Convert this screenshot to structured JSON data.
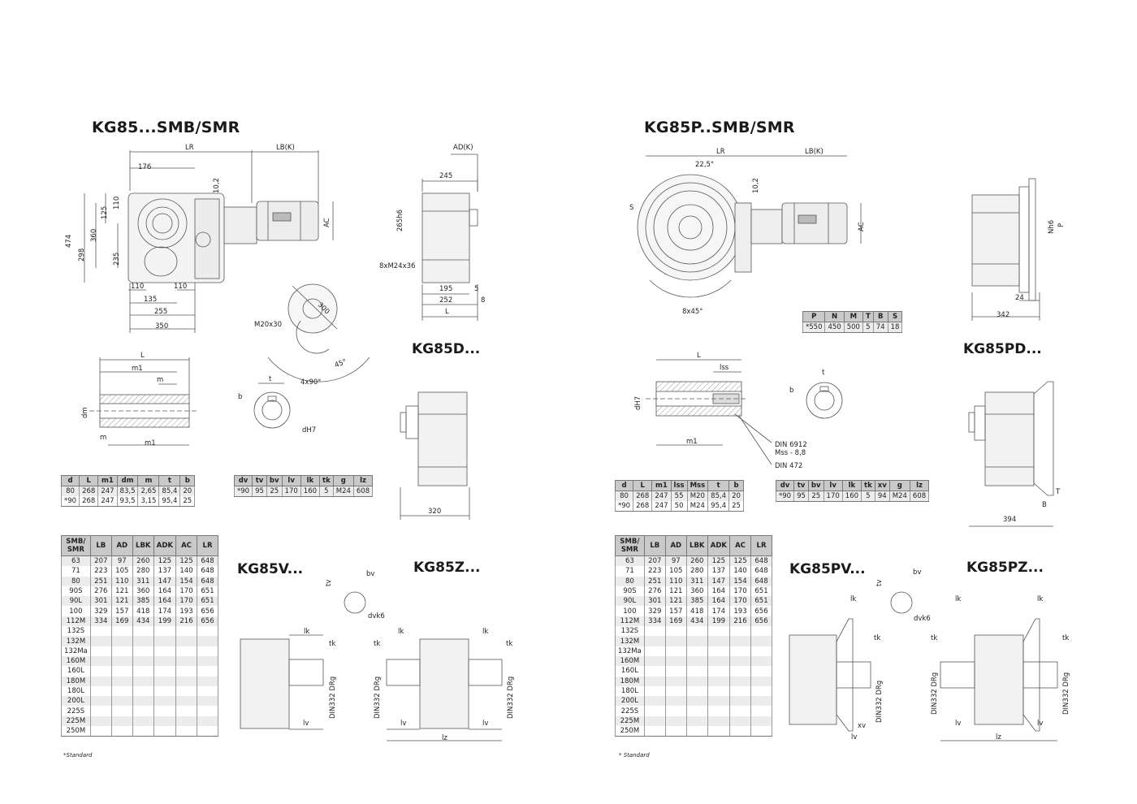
{
  "titles": {
    "kg85_smb": "KG85...SMB/SMR",
    "kg85p_smb": "KG85P..SMB/SMR",
    "kg85d": "KG85D...",
    "kg85pd": "KG85PD...",
    "kg85v": "KG85V...",
    "kg85z": "KG85Z...",
    "kg85pv": "KG85PV...",
    "kg85pz": "KG85PZ..."
  },
  "dims": {
    "lr": "LR",
    "lbk": "LB(K)",
    "adk": "AD(K)",
    "ac": "AC",
    "d176": "176",
    "d10_2": "10,2",
    "d245": "245",
    "d474": "474",
    "d360": "360",
    "d298": "298",
    "d125": "125",
    "d110": "110",
    "d235": "235",
    "d135": "135",
    "d255": "255",
    "d350": "350",
    "d265h6": "265h6",
    "d8xm24": "8xM24x36",
    "d195": "195",
    "d5": "5",
    "d252": "252",
    "d8": "8",
    "l": "L",
    "d300": "300",
    "m20x30": "M20x30",
    "d45": "45°",
    "d4x90": "4x90°",
    "m1": "m1",
    "m": "m",
    "dm": "dm",
    "t": "t",
    "b": "b",
    "dh7": "dH7",
    "d320": "320",
    "d22_5": "22,5°",
    "s": "S",
    "d8x45": "8x45°",
    "nh6": "Nh6",
    "p": "P",
    "d24": "24",
    "d342": "342",
    "lss": "lss",
    "din6912": "DIN 6912",
    "mss": "Mss - 8,8",
    "din472": "DIN 472",
    "d394": "394",
    "bb": "B",
    "tt": "T",
    "tv": "tv",
    "bv": "bv",
    "dvk6": "dvk6",
    "lk": "lk",
    "tk": "tk",
    "lv": "lv",
    "lz": "lz",
    "xv": "xv",
    "din332": "DIN332 DRg"
  },
  "tables": {
    "shaft_left": {
      "headers": [
        "d",
        "L",
        "m1",
        "dm",
        "m",
        "t",
        "b"
      ],
      "rows": [
        [
          "80",
          "268",
          "247",
          "83,5",
          "2,65",
          "85,4",
          "20"
        ],
        [
          "*90",
          "268",
          "247",
          "93,5",
          "3,15",
          "95,4",
          "25"
        ]
      ]
    },
    "v_left": {
      "headers": [
        "dv",
        "tv",
        "bv",
        "lv",
        "lk",
        "tk",
        "g",
        "lz"
      ],
      "rows": [
        [
          "*90",
          "95",
          "25",
          "170",
          "160",
          "5",
          "M24",
          "608"
        ]
      ]
    },
    "flange": {
      "headers": [
        "P",
        "N",
        "M",
        "T",
        "B",
        "S"
      ],
      "rows": [
        [
          "*550",
          "450",
          "500",
          "5",
          "74",
          "18"
        ]
      ]
    },
    "shaft_right": {
      "headers": [
        "d",
        "L",
        "m1",
        "lss",
        "Mss",
        "t",
        "b"
      ],
      "rows": [
        [
          "80",
          "268",
          "247",
          "55",
          "M20",
          "85,4",
          "20"
        ],
        [
          "*90",
          "268",
          "247",
          "50",
          "M24",
          "95,4",
          "25"
        ]
      ]
    },
    "v_right": {
      "headers": [
        "dv",
        "tv",
        "bv",
        "lv",
        "lk",
        "tk",
        "xv",
        "g",
        "lz"
      ],
      "rows": [
        [
          "*90",
          "95",
          "25",
          "170",
          "160",
          "5",
          "94",
          "M24",
          "608"
        ]
      ]
    },
    "motor": {
      "headers": [
        "SMB/ SMR",
        "LB",
        "AD",
        "LBK",
        "ADK",
        "AC",
        "LR"
      ],
      "rows": [
        [
          "63",
          "207",
          "97",
          "260",
          "125",
          "125",
          "648"
        ],
        [
          "71",
          "223",
          "105",
          "280",
          "137",
          "140",
          "648"
        ],
        [
          "80",
          "251",
          "110",
          "311",
          "147",
          "154",
          "648"
        ],
        [
          "90S",
          "276",
          "121",
          "360",
          "164",
          "170",
          "651"
        ],
        [
          "90L",
          "301",
          "121",
          "385",
          "164",
          "170",
          "651"
        ],
        [
          "100",
          "329",
          "157",
          "418",
          "174",
          "193",
          "656"
        ],
        [
          "112M",
          "334",
          "169",
          "434",
          "199",
          "216",
          "656"
        ],
        [
          "132S",
          "",
          "",
          "",
          "",
          "",
          ""
        ],
        [
          "132M",
          "",
          "",
          "",
          "",
          "",
          ""
        ],
        [
          "132Ma",
          "",
          "",
          "",
          "",
          "",
          ""
        ],
        [
          "160M",
          "",
          "",
          "",
          "",
          "",
          ""
        ],
        [
          "160L",
          "",
          "",
          "",
          "",
          "",
          ""
        ],
        [
          "180M",
          "",
          "",
          "",
          "",
          "",
          ""
        ],
        [
          "180L",
          "",
          "",
          "",
          "",
          "",
          ""
        ],
        [
          "200L",
          "",
          "",
          "",
          "",
          "",
          ""
        ],
        [
          "225S",
          "",
          "",
          "",
          "",
          "",
          ""
        ],
        [
          "225M",
          "",
          "",
          "",
          "",
          "",
          ""
        ],
        [
          "250M",
          "",
          "",
          "",
          "",
          "",
          ""
        ]
      ]
    }
  },
  "notes": {
    "left": "*Standard",
    "right": "* Standard"
  }
}
